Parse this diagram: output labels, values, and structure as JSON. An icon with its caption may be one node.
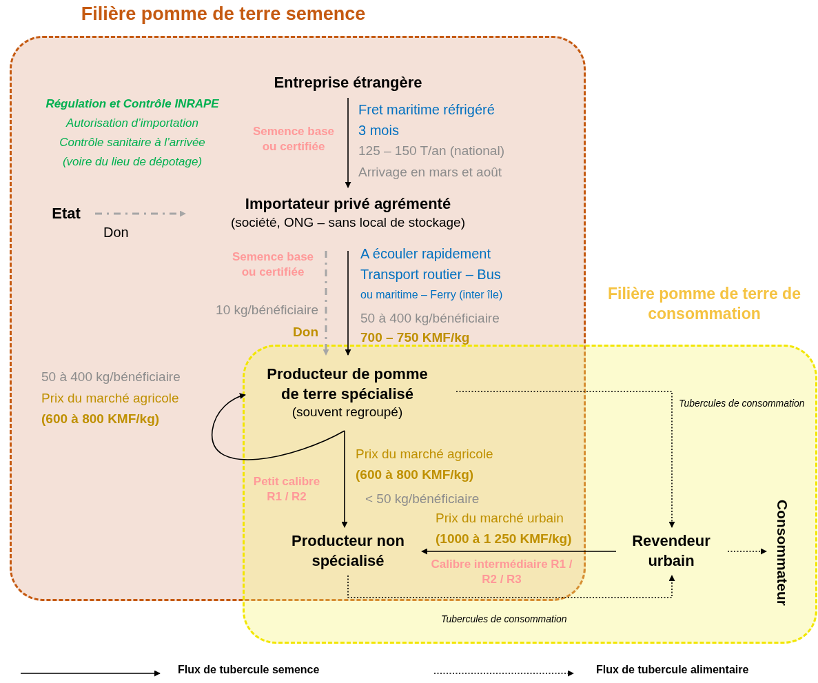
{
  "diagram": {
    "nodes": [
      {
        "text": [
          "Filière pomme de terre semence"
        ]
      },
      {
        "text": [
          "Filière pomme de terre de consommation"
        ]
      },
      {
        "text": [
          "Entreprise étrangère"
        ],
        "in": 0
      },
      {
        "text": [
          "Importateur privé agrémenté",
          "(société, ONG – sans local de stockage)"
        ],
        "in": 0
      },
      {
        "text": [
          "Etat"
        ],
        "in": 0
      },
      {
        "text": [
          "Producteur de pomme de terre spécialisé",
          "(souvent regroupé)"
        ]
      },
      {
        "text": [
          "Producteur non spécialisé"
        ]
      },
      {
        "text": [
          "Revendeur urbain"
        ],
        "in": 1
      },
      {
        "text": [
          "Consommateur"
        ],
        "in": 1
      }
    ],
    "edges": [
      {
        "from": 2,
        "to": 3,
        "arrow": "to"
      },
      {
        "from": 4,
        "to": 3,
        "arrow": "to",
        "label": "Don",
        "style": "dashed",
        "color": "#a6a6a6"
      },
      {
        "from": 3,
        "to": 5,
        "arrow": "to"
      },
      {
        "from": 3,
        "to": 5,
        "arrow": "to",
        "style": "dashed",
        "color": "#a6a6a6"
      },
      {
        "from": 5,
        "to": 5,
        "arrow": "to"
      },
      {
        "from": 5,
        "to": 6,
        "arrow": "to"
      },
      {
        "from": 7,
        "to": 6,
        "arrow": "to"
      },
      {
        "from": 5,
        "to": 7,
        "arrow": "to",
        "label": "Tubercules de consommation",
        "style": "dashed"
      },
      {
        "from": 6,
        "to": 7,
        "arrow": "to",
        "label": "Tubercules de consommation",
        "style": "dashed"
      },
      {
        "from": 7,
        "to": 8,
        "arrow": "to",
        "style": "dashed"
      }
    ],
    "labels": [
      "Régulation et Contrôle INRAPE",
      "Autorisation d’importation",
      "Contrôle sanitaire à l’arrivée",
      "(voire du lieu de dépotage)",
      "Semence base ou certifiée",
      "Fret maritime réfrigéré",
      "3 mois",
      "125 – 150 T/an (national)",
      "Arrivage en mars et août",
      "Semence base ou certifiée",
      "10 kg/bénéficiaire",
      "Don",
      "A écouler rapidement",
      "Transport routier – Bus",
      "ou maritime – Ferry (inter île)",
      "50 à 400 kg/bénéficiaire",
      "700 – 750 KMF/kg",
      "50 à 400 kg/bénéficiaire",
      "Prix du marché agricole",
      "(600 à 800 KMF/kg)",
      "Prix du marché agricole",
      "(600 à 800 KMF/kg)",
      "Petit calibre R1 / R2",
      "< 50 kg/bénéficiaire",
      "Prix du marché urbain",
      "(1000 à 1 250 KMF/kg)",
      "Calibre intermédiaire R1 / R2 / R3"
    ],
    "legend": [
      {
        "text": "Flux de tubercule semence"
      },
      {
        "text": "Flux de tubercule alimentaire"
      }
    ]
  }
}
